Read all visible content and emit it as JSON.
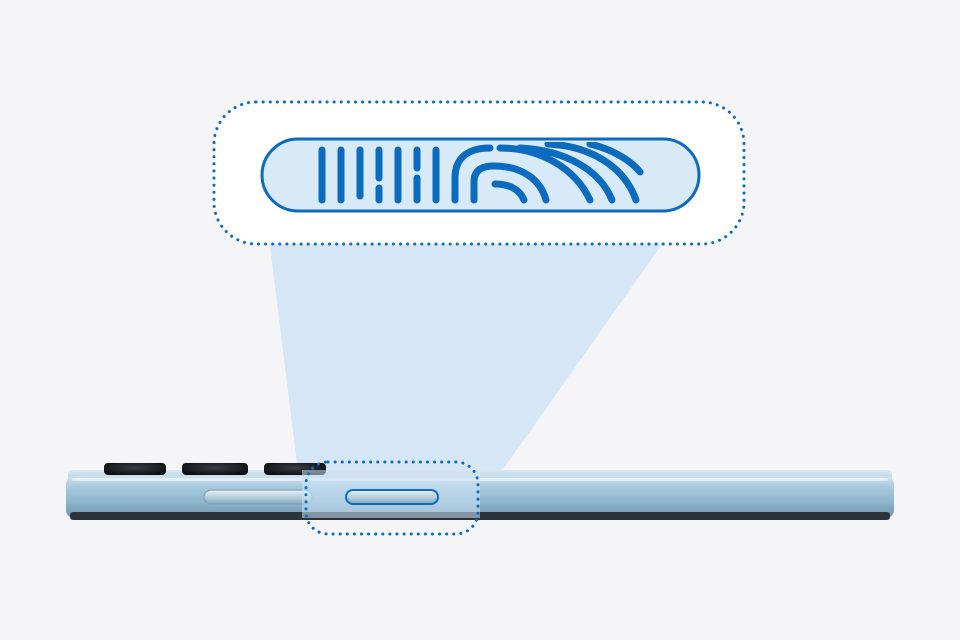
{
  "scene": {
    "background": "#f5f5f7",
    "accent_color": "#0b6bbf",
    "beam_color": "#cfe4f7",
    "phone_color": "#9ec4da",
    "icons": {
      "fingerprint": "fingerprint-icon",
      "callout_outline": "dotted-rounded-outline",
      "side_button": "power-button-with-sensor",
      "volume_button": "volume-button",
      "camera_bumps": "camera-bump"
    }
  }
}
